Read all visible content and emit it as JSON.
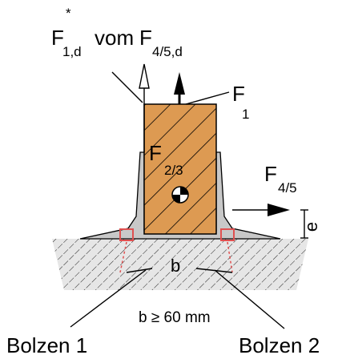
{
  "labels": {
    "f1d_main": "F",
    "f1d_sub": "1,d",
    "f1d_star": "*",
    "vom": "vom",
    "f45d_main": "F",
    "f45d_sub": "4/5,d",
    "f1_main": "F",
    "f1_sub": "1",
    "f23_main": "F",
    "f23_sub": "2/3",
    "f45_main": "F",
    "f45_sub": "4/5",
    "e": "e",
    "b": "b",
    "b_min": "b ≥ 60 mm",
    "bolt_left": "Bolzen 1",
    "bolt_right": "Bolzen 2"
  },
  "colors": {
    "timber": "#dd9a52",
    "bracket": "#c8c8c8",
    "bolt_marker": "#e05050",
    "line": "#000000"
  }
}
